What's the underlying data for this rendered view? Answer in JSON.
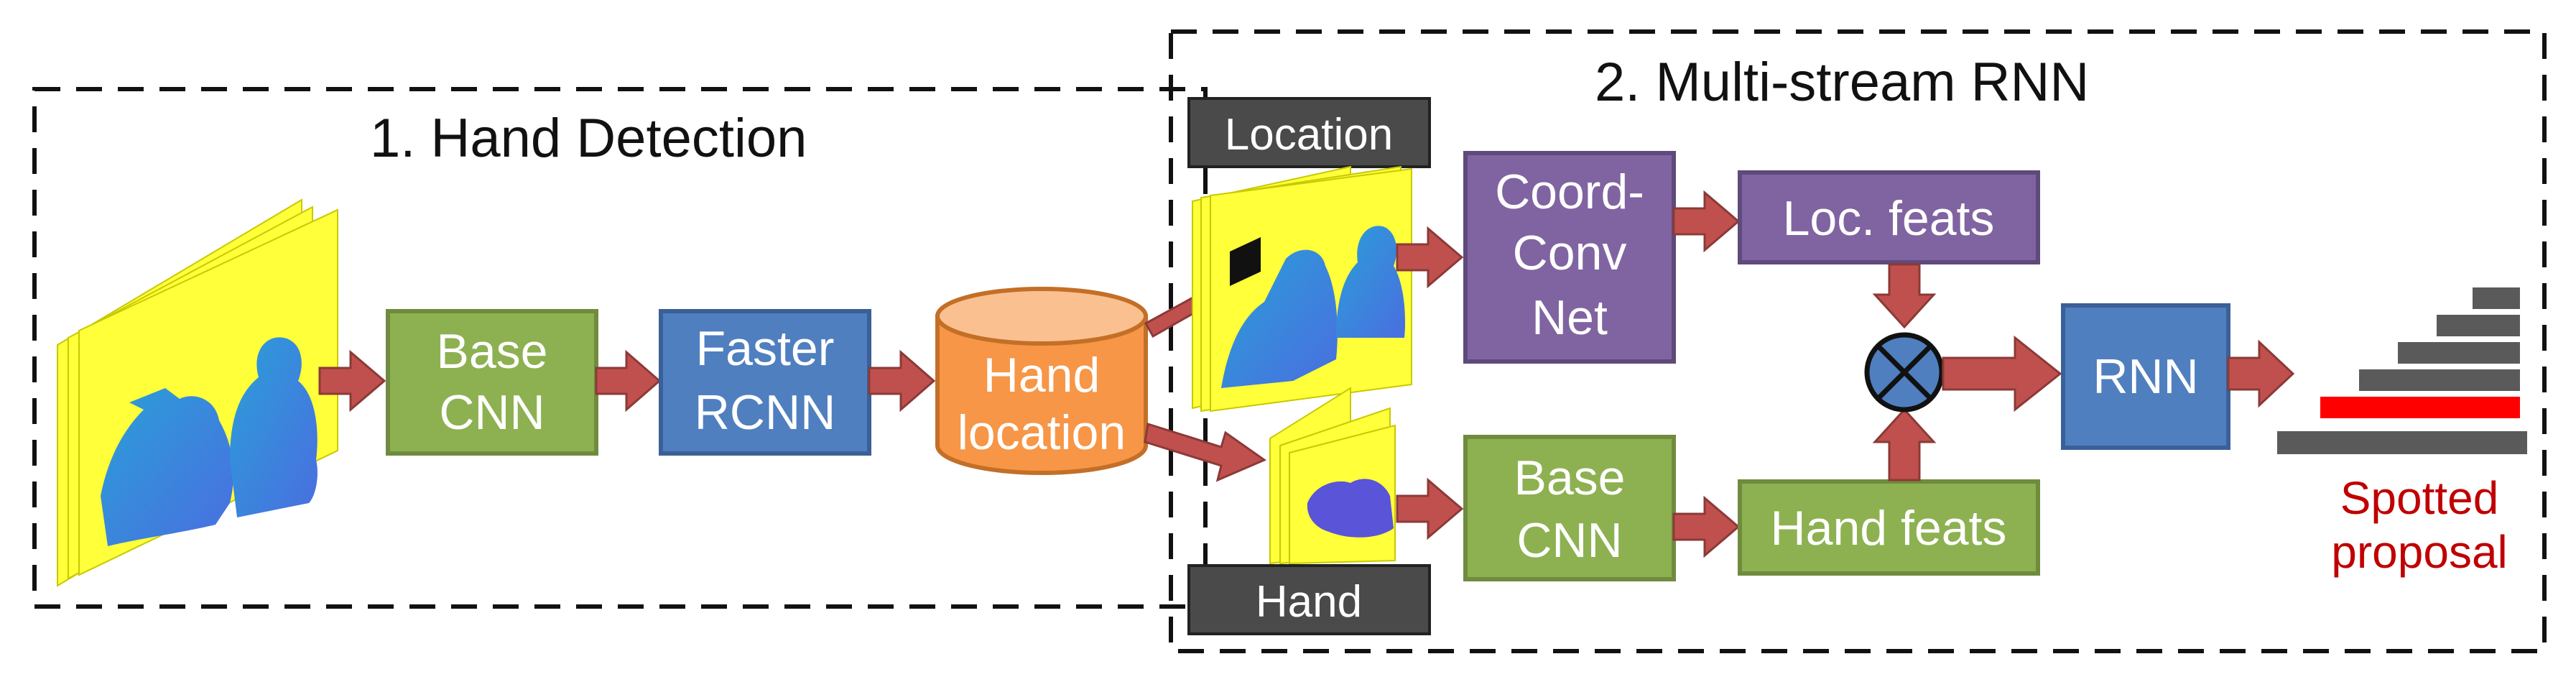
{
  "sections": {
    "hand_detection": "1. Hand Detection",
    "multistream_rnn": "2. Multi-stream RNN"
  },
  "blocks": {
    "base_cnn_1": [
      "Base",
      "CNN"
    ],
    "faster_rcnn": [
      "Faster",
      "RCNN"
    ],
    "hand_location": [
      "Hand",
      "location"
    ],
    "coordconv_net": [
      "Coord-",
      "Conv",
      "Net"
    ],
    "base_cnn_2": [
      "Base",
      "CNN"
    ],
    "loc_feats": "Loc. feats",
    "hand_feats": "Hand feats",
    "rnn": "RNN"
  },
  "tags": {
    "location": "Location",
    "hand": "Hand"
  },
  "output": {
    "label": [
      "Spotted",
      "proposal"
    ]
  },
  "colors": {
    "green": "#8db050",
    "blue": "#4f7fbe",
    "orange": "#f79646",
    "purple": "#8064a2",
    "arrow": "#c0504d",
    "tag": "#4a4a4a",
    "frame": "#ffff3a",
    "spotted": "#c00000",
    "highlight_bar": "#ff0000",
    "bar": "#5a5a5a"
  },
  "icons": {
    "fusion": "circle-times-icon"
  }
}
